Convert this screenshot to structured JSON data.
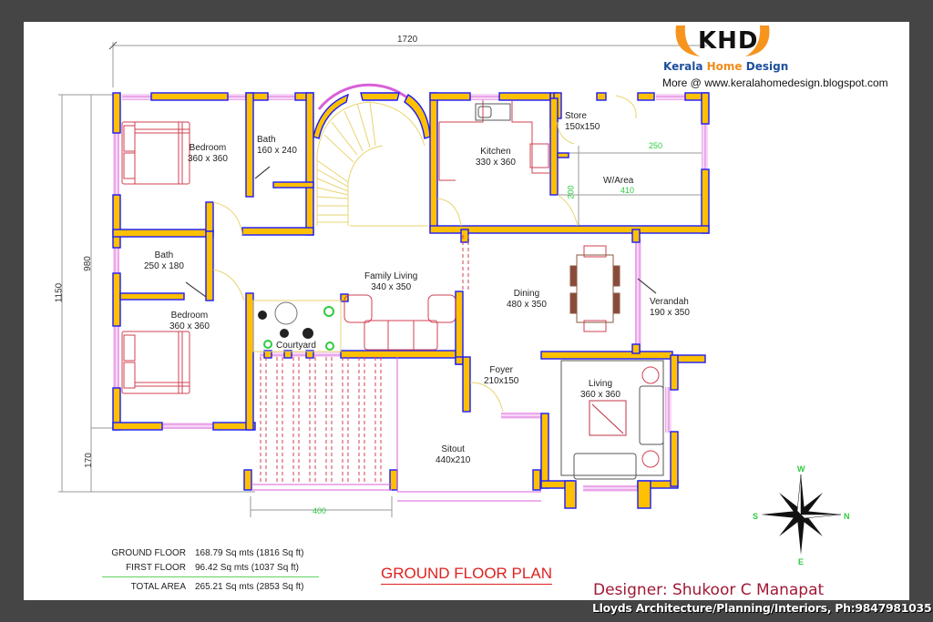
{
  "brand": {
    "logo_text": "KHD",
    "name_part1": "Kerala ",
    "name_accent": "Home",
    "name_part2": " Design",
    "more_label": "More @  www.keralahomedesign.blogspot.com",
    "colors": {
      "frame": "#454545",
      "wall_fill": "#ffc000",
      "wall_outline": "#1a1aff",
      "window": "#e070e0",
      "door": "#e8d470",
      "furniture": "#d04050",
      "dimension_green": "#2ecc40"
    }
  },
  "dimensions": {
    "overall_width": "1720",
    "overall_depth": "1150",
    "main_depth": "980",
    "sitout_depth": "170",
    "sitout_width": "400",
    "warea_upper": "250",
    "warea_lower": "410",
    "warea_side": "200"
  },
  "rooms": {
    "bedroom1": {
      "name": "Bedroom",
      "size": "360 x 360"
    },
    "bath1": {
      "name": "Bath",
      "size": "160 x 240"
    },
    "kitchen": {
      "name": "Kitchen",
      "size": "330 x 360"
    },
    "store": {
      "name": "Store",
      "size": "150x150"
    },
    "warea": {
      "name": "W/Area"
    },
    "bath2": {
      "name": "Bath",
      "size": "250 x 180"
    },
    "family_living": {
      "name": "Family Living",
      "size": "340 x 350"
    },
    "dining": {
      "name": "Dining",
      "size": "480 x 350"
    },
    "verandah": {
      "name": "Verandah",
      "size": "190 x 350"
    },
    "bedroom2": {
      "name": "Bedroom",
      "size": "360 x 360"
    },
    "courtyard": {
      "name": "Courtyard"
    },
    "foyer": {
      "name": "Foyer",
      "size": "210x150"
    },
    "living": {
      "name": "Living",
      "size": "360 x 360"
    },
    "sitout": {
      "name": "Sitout",
      "size": "440x210"
    }
  },
  "area_table": {
    "rows": [
      {
        "label": "GROUND FLOOR",
        "value": "168.79 Sq mts (1816 Sq ft)"
      },
      {
        "label": "FIRST FLOOR",
        "value": "96.42 Sq mts (1037 Sq ft)"
      }
    ],
    "total": {
      "label": "TOTAL AREA",
      "value": "265.21 Sq mts (2853 Sq ft)"
    }
  },
  "compass": {
    "top": "W",
    "left": "S",
    "right": "N",
    "bottom": "E"
  },
  "plan_title": "GROUND FLOOR PLAN",
  "designer": "Designer: Shukoor C Manapat",
  "credits": "Lloyds Architecture/Planning/Interiors, Ph:9847981035"
}
